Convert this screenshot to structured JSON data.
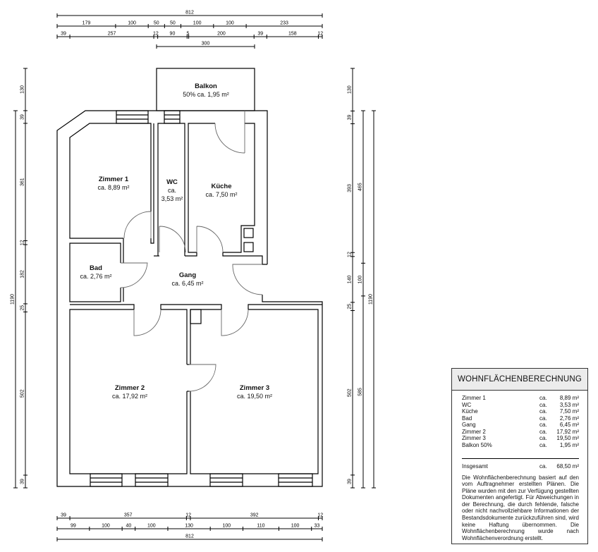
{
  "rooms": {
    "balkon": {
      "name": "Balkon",
      "area": "50% ca. 1,95 m²"
    },
    "zimmer1": {
      "name": "Zimmer 1",
      "area": "ca. 8,89 m²"
    },
    "wc": {
      "name": "WC",
      "area_prefix": "ca.",
      "area": "3,53 m²"
    },
    "kueche": {
      "name": "Küche",
      "area": "ca. 7,50 m²"
    },
    "bad": {
      "name": "Bad",
      "area": "ca. 2,76 m²"
    },
    "gang": {
      "name": "Gang",
      "area": "ca. 6,45 m²"
    },
    "zimmer2": {
      "name": "Zimmer 2",
      "area": "ca. 17,92 m²"
    },
    "zimmer3": {
      "name": "Zimmer 3",
      "area": "ca. 19,50 m²"
    }
  },
  "dimensions": {
    "top_total": [
      "812"
    ],
    "top_row1": [
      "179",
      "100",
      "50",
      "50",
      "100",
      "100",
      "233"
    ],
    "top_row2": [
      "39",
      "257",
      "12",
      "90",
      "5",
      "200",
      "39",
      "158",
      "12"
    ],
    "top_balcony": [
      "300"
    ],
    "bottom_row1": [
      "39",
      "357",
      "12",
      "392",
      "12"
    ],
    "bottom_row2": [
      "99",
      "100",
      "40",
      "100",
      "130",
      "100",
      "110",
      "100",
      "33"
    ],
    "bottom_total": [
      "812"
    ],
    "left_inner": [
      "130",
      "39",
      "361",
      "12",
      "182",
      "25",
      "502",
      "39"
    ],
    "left_total": [
      "1190"
    ],
    "right_inner": [
      "130",
      "39",
      "393",
      "12",
      "140",
      "25",
      "502",
      "39"
    ],
    "right_mid": [
      "465",
      "100",
      "585"
    ],
    "right_total": [
      "1190"
    ]
  },
  "calculation": {
    "title": "WOHNFLÄCHENBERECHNUNG",
    "rows": [
      {
        "name": "Zimmer 1",
        "ca": "ca.",
        "value": "8,89 m²"
      },
      {
        "name": "WC",
        "ca": "ca.",
        "value": "3,53 m²"
      },
      {
        "name": "Küche",
        "ca": "ca.",
        "value": "7,50 m²"
      },
      {
        "name": "Bad",
        "ca": "ca.",
        "value": "2,76 m²"
      },
      {
        "name": "Gang",
        "ca": "ca.",
        "value": "6,45 m²"
      },
      {
        "name": "Zimmer 2",
        "ca": "ca.",
        "value": "17,92 m²"
      },
      {
        "name": "Zimmer 3",
        "ca": "ca.",
        "value": "19,50 m²"
      },
      {
        "name": "Balkon 50%",
        "ca": "ca.",
        "value": "1,95 m²"
      }
    ],
    "total": {
      "name": "Insgesamt",
      "ca": "ca.",
      "value": "68,50 m²"
    },
    "note": "Die Wohnflächenberechnung basiert auf den vom Auftragnehmer erstellten Plänen. Die Pläne wurden mit den zur Verfügung gestellten Dokumenten angefertigt. Für Abweichungen in der Berechnung, die durch fehlende, falsche oder nicht nachvollziehbare Informationen der Bestandsdokumente zurückzuführen sind, wird keine Haftung übernommen. Die Wohnflächenberechnung wurde nach Wohnflächenverordnung erstellt."
  }
}
